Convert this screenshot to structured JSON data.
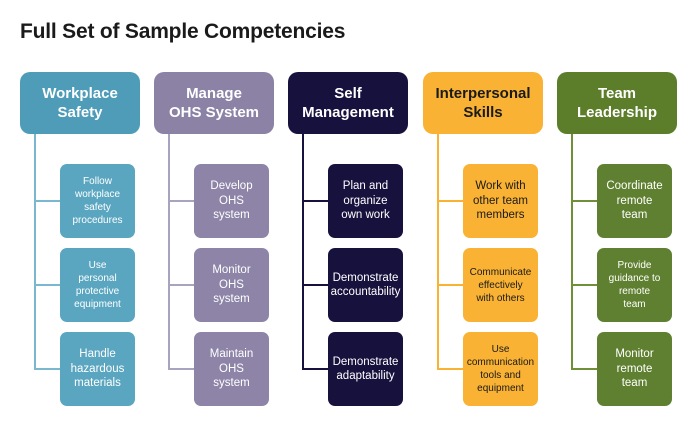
{
  "title": "Full Set of Sample Competencies",
  "columns": [
    {
      "header": "Workplace\nSafety",
      "color": "#4e9cb8",
      "line": "#7ab8cf",
      "item_bg": "#5aa6c0",
      "item_text": "#ffffff",
      "items": [
        "Follow\nworkplace\nsafety\nprocedures",
        "Use\npersonal\nprotective\nequipment",
        "Handle\nhazardous\nmaterials"
      ]
    },
    {
      "header": "Manage\nOHS System",
      "color": "#8b82a6",
      "line": "#aaa3c0",
      "item_bg": "#8d84a8",
      "item_text": "#ffffff",
      "items": [
        "Develop\nOHS\nsystem",
        "Monitor\nOHS\nsystem",
        "Maintain\nOHS\nsystem"
      ]
    },
    {
      "header": "Self\nManagement",
      "color": "#17113d",
      "line": "#17113d",
      "item_bg": "#17113d",
      "item_text": "#ffffff",
      "items": [
        "Plan and\norganize\nown work",
        "Demonstrate\naccountability",
        "Demonstrate\nadaptability"
      ]
    },
    {
      "header": "Interpersonal\nSkills",
      "color": "#f9b233",
      "line": "#f9b233",
      "item_bg": "#f9b233",
      "item_text": "#1a1a1a",
      "header_text": "#1a1a1a",
      "items": [
        "Work with\nother team\nmembers",
        "Communicate\neffectively\nwith others",
        "Use\ncommunication\ntools and\nequipment"
      ]
    },
    {
      "header": "Team\nLeadership",
      "color": "#5c7e2a",
      "line": "#6f8f38",
      "item_bg": "#5f8030",
      "item_text": "#ffffff",
      "items": [
        "Coordinate\nremote\nteam",
        "Provide\nguidance to\nremote\nteam",
        "Monitor\nremote\nteam"
      ]
    }
  ]
}
